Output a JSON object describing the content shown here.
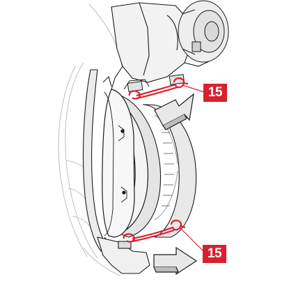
{
  "figure": {
    "callouts": [
      {
        "id": "top-clip",
        "label": "15"
      },
      {
        "id": "bottom-clip",
        "label": "15"
      }
    ],
    "colors": {
      "accent": "#d9202f",
      "line": "#1a1a1a",
      "fill_light": "#f2f2f2",
      "fill_mid": "#e6e6e6",
      "fill_dark": "#cfcfcf",
      "arrow_fill": "#e8e8e8"
    },
    "icons": {
      "removal_direction": "arrow-icon",
      "spring_clip": "spring-clip-icon"
    }
  }
}
